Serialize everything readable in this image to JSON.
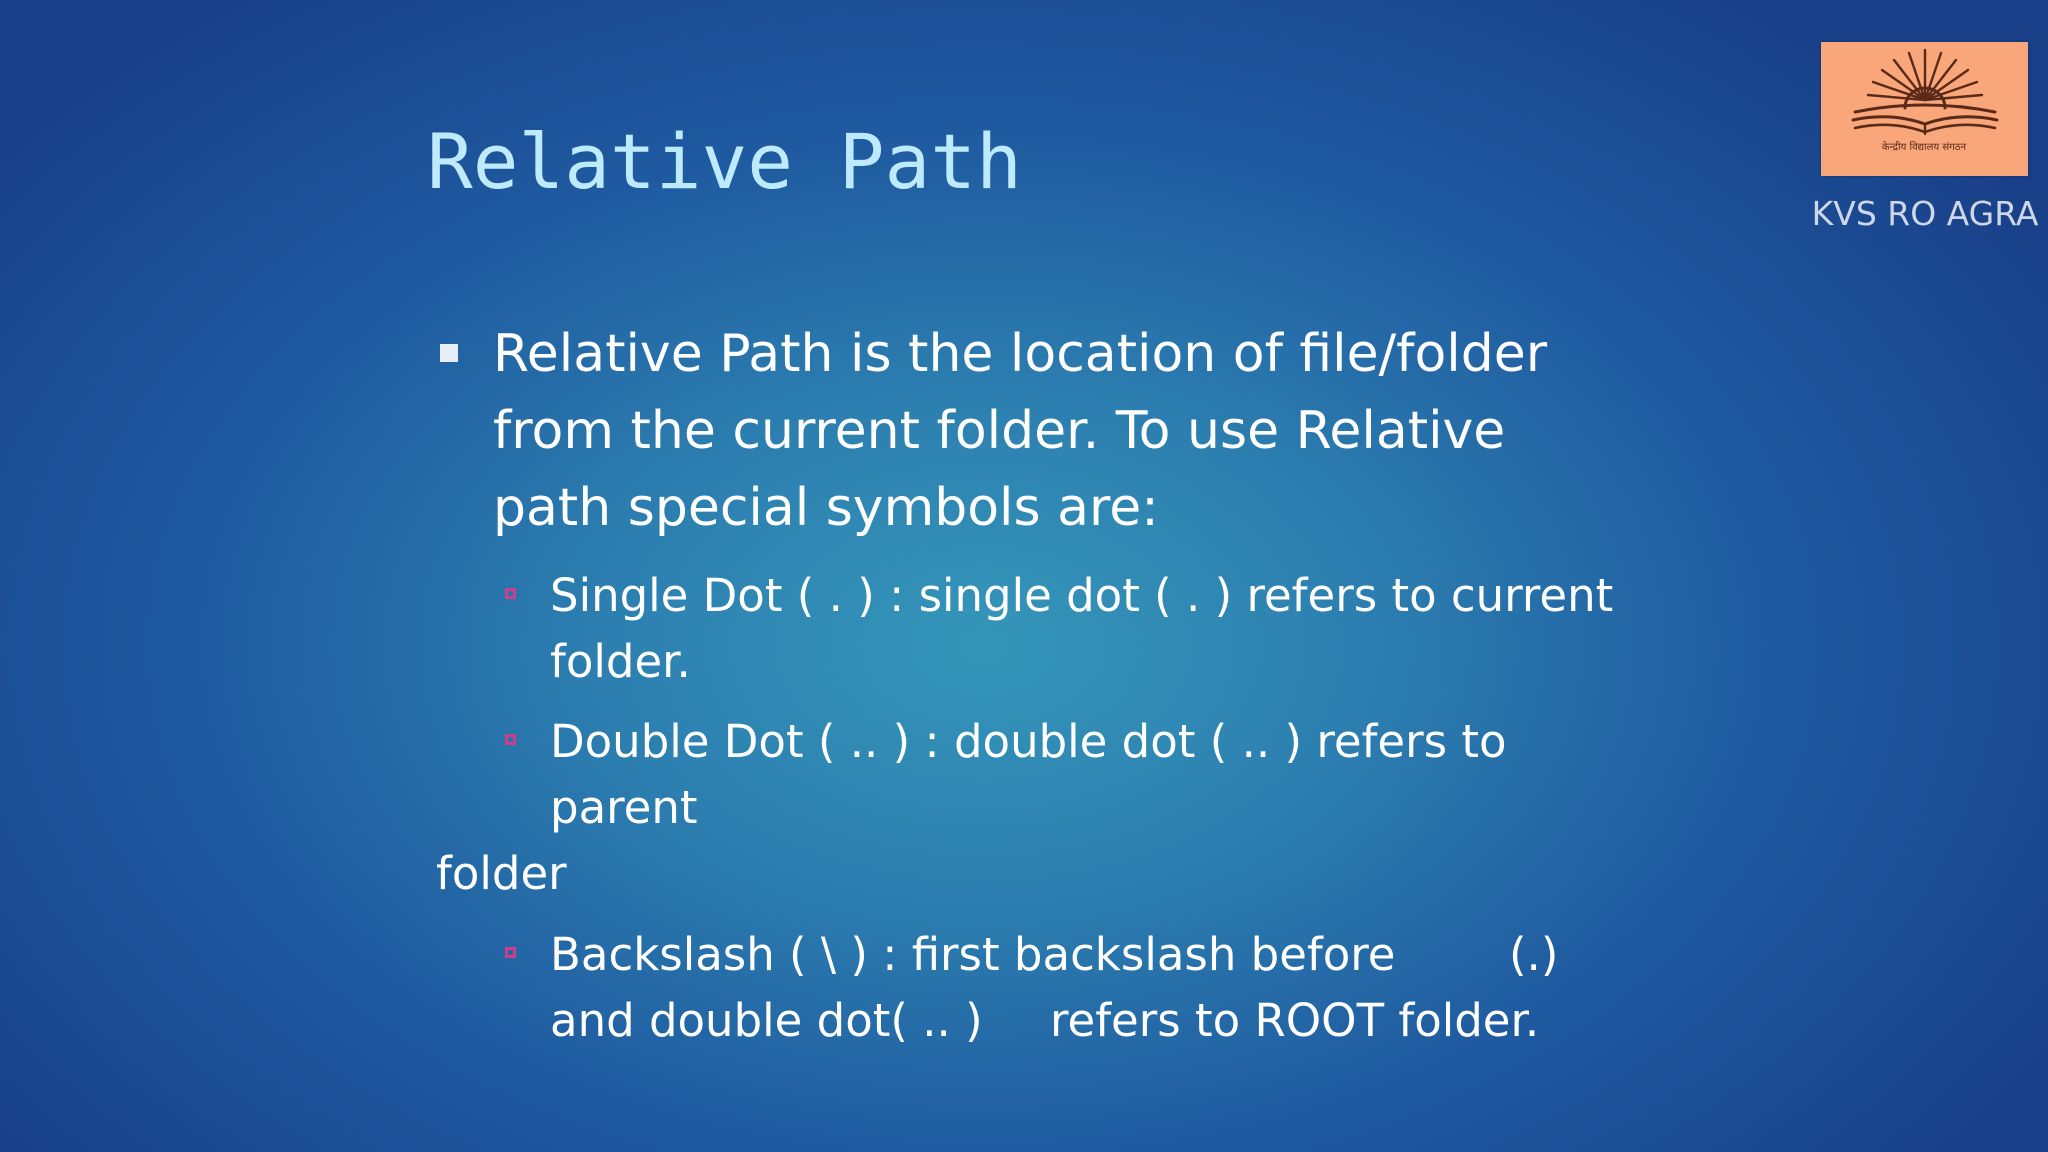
{
  "slide": {
    "title": "Relative Path",
    "intro_lines": [
      "Relative Path is the location of file/folder",
      "from the current folder. To use Relative",
      "path special symbols are:"
    ],
    "single_dot_lines": [
      "Single Dot ( . ) : single dot ( . ) refers to current",
      "folder."
    ],
    "double_dot_lines": [
      "Double Dot ( .. ) : double dot ( .. ) refers to",
      "parent",
      "folder"
    ],
    "backslash_lines": [
      "Backslash ( \\ ) : first backslash before",
      "(.)",
      "and double dot( .. )",
      "refers to ROOT folder."
    ]
  },
  "logo": {
    "caption": "KVS RO AGRA",
    "seal_text": "केन्द्रीय विद्यालय संगठन",
    "background_color": "#f9a67a",
    "emblem_icon": "rising-sun-over-book-icon"
  },
  "colors": {
    "title": "#bdeafc",
    "body_text": "#ffffff",
    "sub_bullet": "#cc3f8f"
  }
}
